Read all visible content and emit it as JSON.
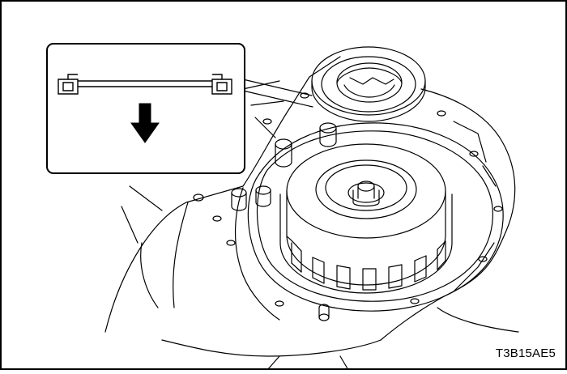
{
  "figure": {
    "code": "T3B15AE5",
    "subject": "transaxle-clutch-assembly-seal-installation",
    "inset_arrow_direction": "down"
  }
}
